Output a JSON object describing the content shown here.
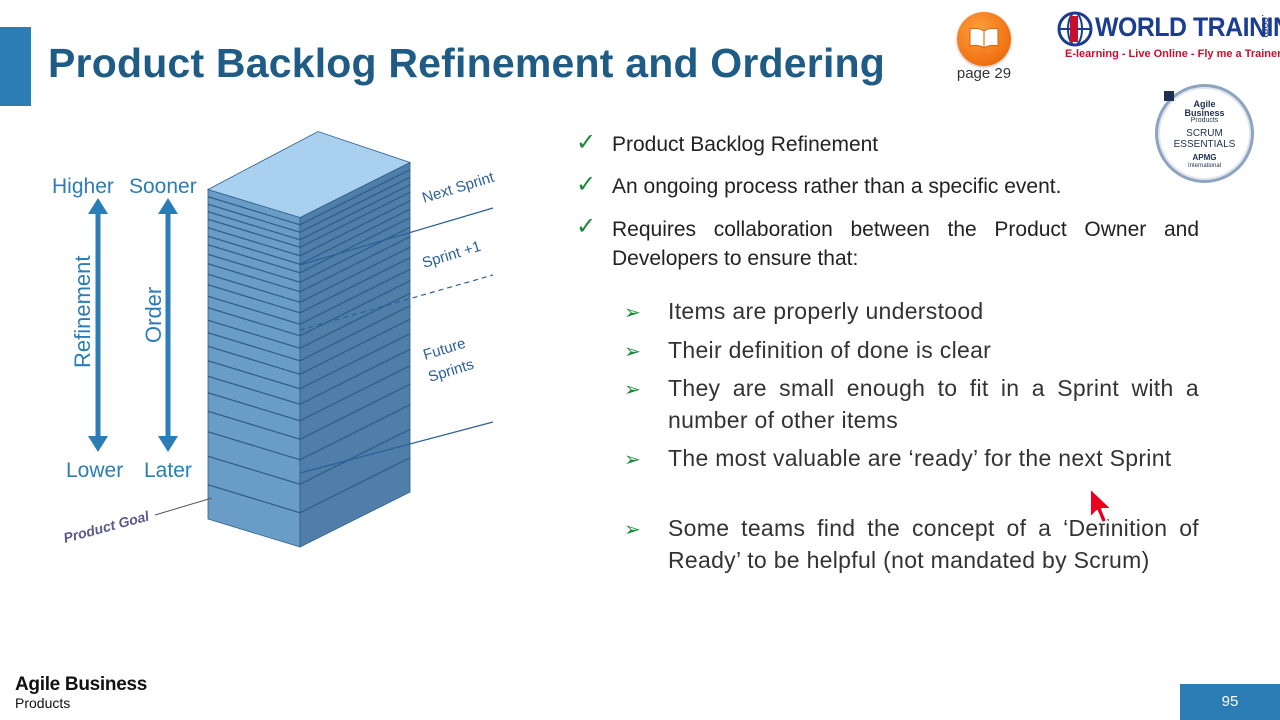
{
  "slide": {
    "title": "Product Backlog Refinement and Ordering",
    "page_ref": "page 29",
    "slide_number": "95"
  },
  "brand": {
    "logo_text": "WORLD TRAINING",
    "logo_suffix": ".com",
    "tagline": "E-learning - Live Online - Fly me a Trainer",
    "footer_logo_line1": "Agile Business",
    "footer_logo_line2": "Products"
  },
  "badge": {
    "line1": "Agile",
    "line2": "Business",
    "line3": "Products",
    "line4": "SCRUM",
    "line5": "ESSENTIALS",
    "line6": "APMG",
    "line7": "International"
  },
  "diagram": {
    "higher": "Higher",
    "sooner": "Sooner",
    "lower": "Lower",
    "later": "Later",
    "refinement": "Refinement",
    "order": "Order",
    "next_sprint": "Next Sprint",
    "sprint_plus_one": "Sprint +1",
    "future_1": "Future",
    "future_2": "Sprints",
    "product_goal": "Product Goal"
  },
  "bullets": [
    {
      "text": "Product Backlog Refinement"
    },
    {
      "text": "An ongoing process rather than a specific event."
    },
    {
      "text": "Requires collaboration between the Product Owner and Developers to ensure that:"
    }
  ],
  "sub_bullets": [
    {
      "text": "Items are properly understood"
    },
    {
      "text": "Their definition of done is clear"
    },
    {
      "text": "They are small enough to fit in a Sprint with a number of other items"
    },
    {
      "text": "The most valuable are ‘ready’ for the next Sprint"
    },
    {
      "text": "Some teams find the concept of a ‘Definition of Ready’ to be helpful (not mandated by Scrum)"
    }
  ],
  "colors": {
    "accent": "#2b7db5",
    "title": "#1f5c85",
    "check": "#1a8a3a",
    "stack_top": "#a9d0ef",
    "stack_front": "#6a9cc8",
    "stack_side": "#4f7fa8"
  }
}
